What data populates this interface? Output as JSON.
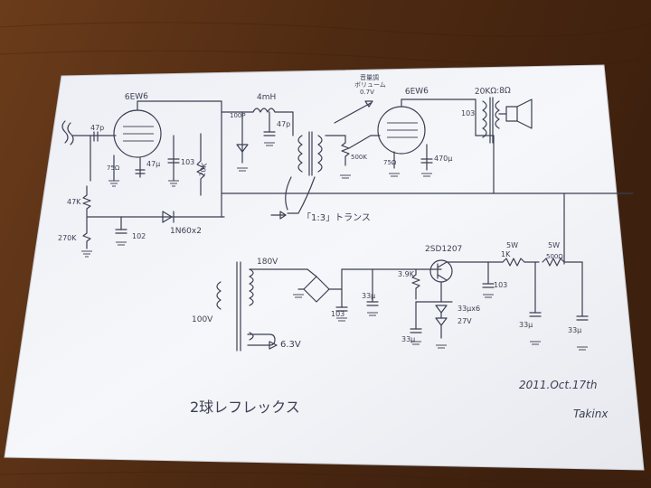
{
  "labels": {
    "tube1": "6EW6",
    "tube2": "6EW6",
    "speaker_imp": "20KΩ:8Ω",
    "inductor": "4mH",
    "c_100p": "100P",
    "c_47p_top": "47p",
    "c_47p_left": "47p",
    "r_75": "75Ω",
    "c_47u": "47μ",
    "c_103_a": "103",
    "r_20k": "20K",
    "r_47k": "47K",
    "r_270k": "270K",
    "c_102": "102",
    "diode": "1N60x2",
    "volume_note1": "音量調",
    "volume_note2": "ボリューム",
    "volume_note3": "0.7V",
    "r_500k": "500K",
    "r_75_b": "75Ω",
    "c_470u": "470μ",
    "c_103_b": "103",
    "trans_note": "「1:3」トランス",
    "v180": "180V",
    "v100": "100V",
    "v63": "6.3V",
    "c_103_c": "103",
    "c_33u_a": "33μ",
    "r_39k": "3.9K",
    "transistor": "2SD1207",
    "c_33u_b": "33μ",
    "c_33ux6": "33μx6",
    "zener": "27V",
    "c_103_d": "103",
    "r_5w_1k": "5W",
    "r_1k": "1K",
    "r_5w_500": "5W",
    "r_500": "500Ω",
    "c_33u_c": "33μ",
    "c_33u_d": "33μ",
    "title": "2球レフレックス",
    "date": "2011.Oct.17th",
    "author": "Takinx"
  },
  "colors": {
    "paper": "#f3f4f8",
    "ink": "#3a3f52",
    "table": "#4a2a14"
  }
}
